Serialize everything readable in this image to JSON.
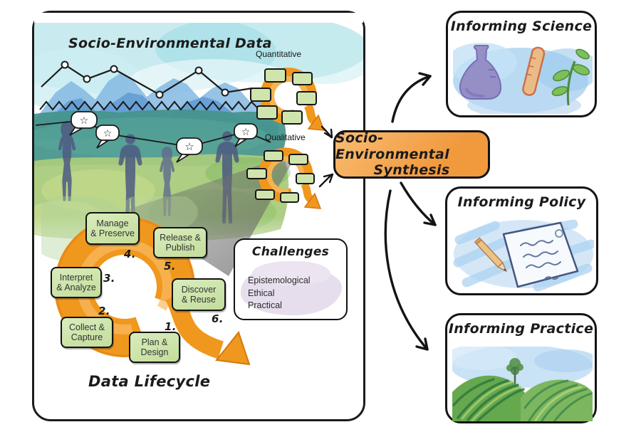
{
  "panel": {
    "title": "Socio-Environmental Data",
    "quantitative_label": "Quantitative",
    "qualitative_label": "Qualitative",
    "bubble_star": "☆",
    "lifecycle": {
      "title": "Data Lifecycle",
      "steps": [
        {
          "num": "1.",
          "label": "Plan &\nDesign"
        },
        {
          "num": "2.",
          "label": "Collect &\nCapture"
        },
        {
          "num": "3.",
          "label": "Interpret\n& Analyze"
        },
        {
          "num": "4.",
          "label": "Manage\n& Preserve"
        },
        {
          "num": "5.",
          "label": "Release &\nPublish"
        },
        {
          "num": "6.",
          "label": "Discover\n& Reuse"
        }
      ]
    },
    "challenges": {
      "title": "Challenges",
      "items": [
        "Epistemological",
        "Ethical",
        "Practical"
      ]
    }
  },
  "synthesis": {
    "line1": "Socio-Environmental",
    "line2": "Synthesis"
  },
  "outputs": [
    {
      "title": "Informing Science"
    },
    {
      "title": "Informing Policy"
    },
    {
      "title": "Informing Practice"
    }
  ],
  "colors": {
    "accent_orange": "#F0971E",
    "synthesis_fill": "#F5A94E",
    "green_box": "#CFE5AD",
    "challenge_blob": "#E3DAEB",
    "watercolor_blue": "#AED3F0",
    "mountain_blue": "#5B99D1",
    "teal_hills": "#43948A",
    "grass_green": "#A9CB7C",
    "people_silhouette": "#4D5A82"
  }
}
